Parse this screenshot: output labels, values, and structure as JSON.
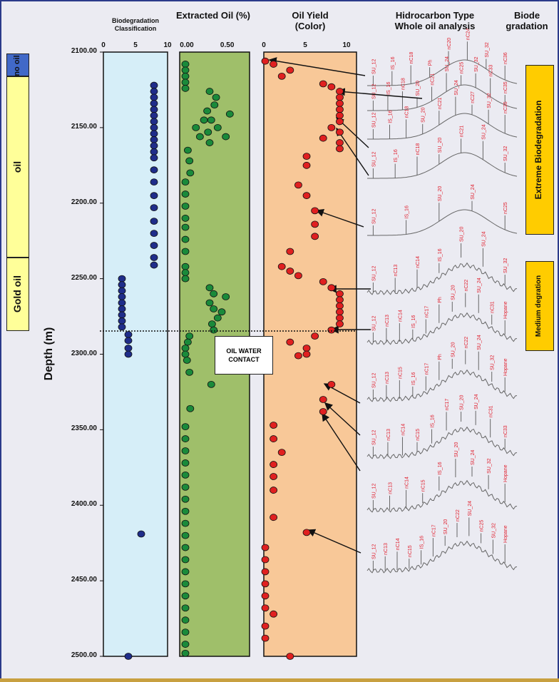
{
  "headers": {
    "biodegradation": "Biodegradation Classification",
    "extracted_oil": "Extracted Oil (%)",
    "oil_yield": "Oil Yield (Color)",
    "hydrocarbon": "Hidrocarbon Type Whole oil analysis",
    "biode": "Biode gradation"
  },
  "y_axis": {
    "label": "Depth (m)",
    "ticks": [
      "2100.00",
      "2150.00",
      "2200.00",
      "2250.00",
      "2300.00",
      "2350.00",
      "2400.00",
      "2450.00",
      "2500.00"
    ]
  },
  "axis_ticks": {
    "bio": [
      "0",
      "5",
      "10"
    ],
    "extr": [
      "0.00",
      "0.50"
    ],
    "yield": [
      "0",
      "5",
      "10"
    ]
  },
  "zones": [
    {
      "label": "no oil",
      "color": "#4169c8"
    },
    {
      "label": "oil",
      "color": "#ffff99"
    },
    {
      "label": "Gold oil",
      "color": "#ffff99"
    }
  ],
  "oil_water_contact": "OIL WATER CONTACT",
  "biodeg_labels": {
    "extreme": "Extreme Biodegradation",
    "medium": "Medium degration"
  },
  "chromatogram_labels": {
    "row1": [
      "SU_12",
      "IS_16",
      "nC18",
      "Ph",
      "nC20",
      "nC24",
      "SU_32",
      "nC36"
    ],
    "row2": [
      "SU_12",
      "IS_16",
      "nC18",
      "SU_20",
      "nC21",
      "SU_24",
      "nC25",
      "SU_32",
      "nC33",
      "nC35"
    ],
    "row3": [
      "SU_12",
      "IS_16",
      "nC18",
      "SU_20",
      "nC21",
      "SU_24",
      "nC27",
      "SU_32",
      "nC35"
    ],
    "row4": [
      "SU_12",
      "IS_16",
      "nC18",
      "SU_20",
      "nC21",
      "SU_24",
      "SU_32"
    ],
    "row5": [
      "SU_12",
      "IS_16",
      "SU_20",
      "SU_24",
      "nC25"
    ],
    "row6": [
      "SU_12",
      "nC13",
      "nC14",
      "IS_16",
      "SU_20",
      "SU_24",
      "SU_32"
    ],
    "row7": [
      "SU_12",
      "nC13",
      "nC14",
      "IS_16",
      "nC17",
      "Ph",
      "SU_20",
      "nC22",
      "SU_24",
      "nC31",
      "Hopane"
    ],
    "row8": [
      "SU_12",
      "nC13",
      "nC15",
      "IS_16",
      "nC17",
      "Ph",
      "SU_20",
      "nC22",
      "SU_24",
      "SU_32",
      "Hopane"
    ],
    "row9": [
      "SU_12",
      "nC13",
      "nC14",
      "nC15",
      "IS_16",
      "nC17",
      "SU_20",
      "SU_24",
      "nC31",
      "nC33"
    ],
    "row10": [
      "SU_12",
      "nC13",
      "nC14",
      "nC15",
      "IS_16",
      "SU_20",
      "SU_24",
      "SU_32",
      "Hopane"
    ],
    "row11": [
      "SU_12",
      "nC13",
      "nC14",
      "nC15",
      "IS_16",
      "nC17",
      "SU_20",
      "nC22",
      "SU_24",
      "nC25",
      "SU_32",
      "Hopane"
    ]
  },
  "colors": {
    "bio_fill": "#d6eef8",
    "extr_fill": "#9fbf6a",
    "yield_fill": "#f8c898",
    "bio_dot": "#1f2d8a",
    "extr_dot": "#1a8a3a",
    "yield_dot": "#e02020",
    "no_oil": "#4169c8",
    "zone_yellow": "#ffff99",
    "biodeg_box": "#ffcc00",
    "chrom_line": "#666666",
    "chrom_text": "#e0202e",
    "page_bg": "#ebebf2",
    "frame_border": "#c8a040"
  },
  "chart_data": [
    {
      "type": "scatter",
      "title": "Biodegradation Classification",
      "xlabel": "",
      "ylabel": "Depth (m)",
      "xlim": [
        0,
        10
      ],
      "ylim": [
        2500,
        2100
      ],
      "points": [
        {
          "x": 9,
          "y": 2122
        },
        {
          "x": 9,
          "y": 2126
        },
        {
          "x": 9,
          "y": 2130
        },
        {
          "x": 9,
          "y": 2134
        },
        {
          "x": 9,
          "y": 2138
        },
        {
          "x": 9,
          "y": 2142
        },
        {
          "x": 9,
          "y": 2146
        },
        {
          "x": 9,
          "y": 2150
        },
        {
          "x": 9,
          "y": 2154
        },
        {
          "x": 9,
          "y": 2158
        },
        {
          "x": 9,
          "y": 2162
        },
        {
          "x": 9,
          "y": 2166
        },
        {
          "x": 9,
          "y": 2170
        },
        {
          "x": 9,
          "y": 2178
        },
        {
          "x": 9,
          "y": 2186
        },
        {
          "x": 9,
          "y": 2195
        },
        {
          "x": 9,
          "y": 2203
        },
        {
          "x": 9,
          "y": 2212
        },
        {
          "x": 9,
          "y": 2220
        },
        {
          "x": 9,
          "y": 2228
        },
        {
          "x": 9,
          "y": 2236
        },
        {
          "x": 9,
          "y": 2241
        },
        {
          "x": 4,
          "y": 2250
        },
        {
          "x": 4,
          "y": 2254
        },
        {
          "x": 4,
          "y": 2258
        },
        {
          "x": 4,
          "y": 2262
        },
        {
          "x": 4,
          "y": 2266
        },
        {
          "x": 4,
          "y": 2270
        },
        {
          "x": 4,
          "y": 2274
        },
        {
          "x": 4,
          "y": 2278
        },
        {
          "x": 4,
          "y": 2282
        },
        {
          "x": 5,
          "y": 2287
        },
        {
          "x": 5,
          "y": 2291
        },
        {
          "x": 5,
          "y": 2296
        },
        {
          "x": 5,
          "y": 2300
        },
        {
          "x": 7,
          "y": 2419
        },
        {
          "x": 5,
          "y": 2500
        }
      ]
    },
    {
      "type": "scatter",
      "title": "Extracted Oil (%)",
      "xlabel": "",
      "ylabel": "Depth (m)",
      "xlim": [
        0,
        0.8
      ],
      "ylim": [
        2500,
        2100
      ],
      "points": [
        {
          "x": 0.0,
          "y": 2108
        },
        {
          "x": 0.0,
          "y": 2112
        },
        {
          "x": 0.0,
          "y": 2116
        },
        {
          "x": 0.0,
          "y": 2120
        },
        {
          "x": 0.0,
          "y": 2124
        },
        {
          "x": 0.3,
          "y": 2126
        },
        {
          "x": 0.38,
          "y": 2130
        },
        {
          "x": 0.36,
          "y": 2135
        },
        {
          "x": 0.27,
          "y": 2139
        },
        {
          "x": 0.55,
          "y": 2141
        },
        {
          "x": 0.23,
          "y": 2145
        },
        {
          "x": 0.32,
          "y": 2145
        },
        {
          "x": 0.4,
          "y": 2150
        },
        {
          "x": 0.13,
          "y": 2150
        },
        {
          "x": 0.28,
          "y": 2153
        },
        {
          "x": 0.18,
          "y": 2156
        },
        {
          "x": 0.5,
          "y": 2156
        },
        {
          "x": 0.3,
          "y": 2160
        },
        {
          "x": 0.03,
          "y": 2165
        },
        {
          "x": 0.05,
          "y": 2172
        },
        {
          "x": 0.06,
          "y": 2180
        },
        {
          "x": 0.0,
          "y": 2186
        },
        {
          "x": 0.0,
          "y": 2194
        },
        {
          "x": 0.0,
          "y": 2202
        },
        {
          "x": 0.0,
          "y": 2210
        },
        {
          "x": 0.0,
          "y": 2216
        },
        {
          "x": 0.0,
          "y": 2224
        },
        {
          "x": 0.0,
          "y": 2232
        },
        {
          "x": 0.0,
          "y": 2242
        },
        {
          "x": 0.0,
          "y": 2246
        },
        {
          "x": 0.0,
          "y": 2250
        },
        {
          "x": 0.3,
          "y": 2256
        },
        {
          "x": 0.35,
          "y": 2260
        },
        {
          "x": 0.5,
          "y": 2262
        },
        {
          "x": 0.3,
          "y": 2266
        },
        {
          "x": 0.35,
          "y": 2270
        },
        {
          "x": 0.45,
          "y": 2272
        },
        {
          "x": 0.4,
          "y": 2276
        },
        {
          "x": 0.33,
          "y": 2280
        },
        {
          "x": 0.35,
          "y": 2284
        },
        {
          "x": 0.05,
          "y": 2288
        },
        {
          "x": 0.03,
          "y": 2292
        },
        {
          "x": 0.0,
          "y": 2296
        },
        {
          "x": 0.0,
          "y": 2300
        },
        {
          "x": 0.02,
          "y": 2304
        },
        {
          "x": 0.05,
          "y": 2312
        },
        {
          "x": 0.32,
          "y": 2320
        },
        {
          "x": 0.06,
          "y": 2336
        },
        {
          "x": 0.0,
          "y": 2348
        },
        {
          "x": 0.0,
          "y": 2356
        },
        {
          "x": 0.0,
          "y": 2364
        },
        {
          "x": 0.0,
          "y": 2372
        },
        {
          "x": 0.0,
          "y": 2380
        },
        {
          "x": 0.0,
          "y": 2388
        },
        {
          "x": 0.0,
          "y": 2396
        },
        {
          "x": 0.0,
          "y": 2404
        },
        {
          "x": 0.0,
          "y": 2412
        },
        {
          "x": 0.0,
          "y": 2420
        },
        {
          "x": 0.0,
          "y": 2428
        },
        {
          "x": 0.0,
          "y": 2436
        },
        {
          "x": 0.0,
          "y": 2444
        },
        {
          "x": 0.0,
          "y": 2452
        },
        {
          "x": 0.0,
          "y": 2460
        },
        {
          "x": 0.0,
          "y": 2468
        },
        {
          "x": 0.0,
          "y": 2476
        },
        {
          "x": 0.0,
          "y": 2484
        },
        {
          "x": 0.0,
          "y": 2492
        },
        {
          "x": 0.0,
          "y": 2498
        }
      ]
    },
    {
      "type": "scatter",
      "title": "Oil Yield (Color)",
      "xlabel": "",
      "ylabel": "Depth (m)",
      "xlim": [
        0,
        12
      ],
      "ylim": [
        2500,
        2100
      ],
      "points": [
        {
          "x": 0.0,
          "y": 2106
        },
        {
          "x": 1.0,
          "y": 2108
        },
        {
          "x": 3,
          "y": 2112
        },
        {
          "x": 2,
          "y": 2116
        },
        {
          "x": 7,
          "y": 2121
        },
        {
          "x": 8,
          "y": 2123
        },
        {
          "x": 9,
          "y": 2126
        },
        {
          "x": 9,
          "y": 2130
        },
        {
          "x": 9,
          "y": 2134
        },
        {
          "x": 9,
          "y": 2138
        },
        {
          "x": 9,
          "y": 2142
        },
        {
          "x": 9,
          "y": 2146
        },
        {
          "x": 8,
          "y": 2150
        },
        {
          "x": 9,
          "y": 2153
        },
        {
          "x": 7,
          "y": 2157
        },
        {
          "x": 9,
          "y": 2160
        },
        {
          "x": 9,
          "y": 2164
        },
        {
          "x": 5,
          "y": 2169
        },
        {
          "x": 5,
          "y": 2175
        },
        {
          "x": 4,
          "y": 2188
        },
        {
          "x": 5,
          "y": 2195
        },
        {
          "x": 6,
          "y": 2205
        },
        {
          "x": 6,
          "y": 2214
        },
        {
          "x": 6,
          "y": 2222
        },
        {
          "x": 3,
          "y": 2232
        },
        {
          "x": 2,
          "y": 2242
        },
        {
          "x": 3,
          "y": 2245
        },
        {
          "x": 4,
          "y": 2248
        },
        {
          "x": 7,
          "y": 2252
        },
        {
          "x": 8,
          "y": 2256
        },
        {
          "x": 9,
          "y": 2260
        },
        {
          "x": 9,
          "y": 2264
        },
        {
          "x": 9,
          "y": 2268
        },
        {
          "x": 9,
          "y": 2272
        },
        {
          "x": 9,
          "y": 2276
        },
        {
          "x": 9,
          "y": 2280
        },
        {
          "x": 8,
          "y": 2284
        },
        {
          "x": 6,
          "y": 2288
        },
        {
          "x": 3,
          "y": 2292
        },
        {
          "x": 5,
          "y": 2296
        },
        {
          "x": 5,
          "y": 2300
        },
        {
          "x": 4,
          "y": 2301
        },
        {
          "x": 8,
          "y": 2320
        },
        {
          "x": 7,
          "y": 2330
        },
        {
          "x": 7,
          "y": 2338
        },
        {
          "x": 1,
          "y": 2347
        },
        {
          "x": 1,
          "y": 2356
        },
        {
          "x": 2,
          "y": 2365
        },
        {
          "x": 1,
          "y": 2373
        },
        {
          "x": 1,
          "y": 2381
        },
        {
          "x": 1,
          "y": 2390
        },
        {
          "x": 1,
          "y": 2408
        },
        {
          "x": 5,
          "y": 2418
        },
        {
          "x": 0,
          "y": 2428
        },
        {
          "x": 0,
          "y": 2436
        },
        {
          "x": 0,
          "y": 2444
        },
        {
          "x": 0,
          "y": 2452
        },
        {
          "x": 0,
          "y": 2460
        },
        {
          "x": 0,
          "y": 2468
        },
        {
          "x": 1,
          "y": 2472
        },
        {
          "x": 0,
          "y": 2480
        },
        {
          "x": 0,
          "y": 2488
        },
        {
          "x": 3,
          "y": 2500
        }
      ]
    }
  ]
}
